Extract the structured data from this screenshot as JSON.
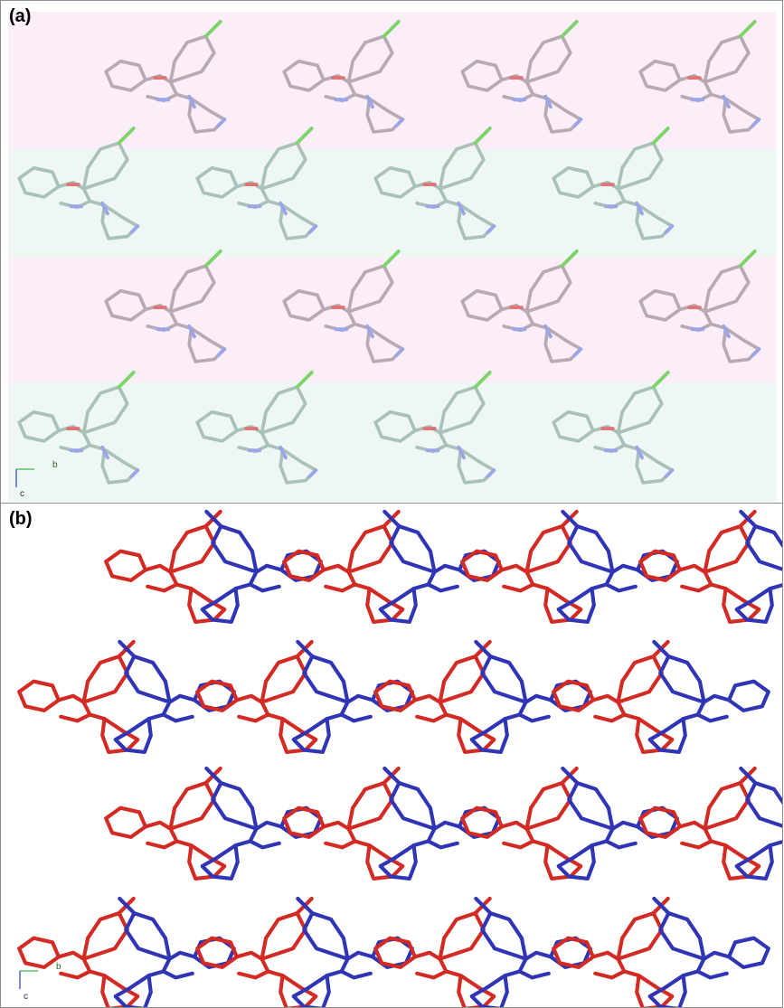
{
  "panels": [
    {
      "label": "(a)",
      "axis_labels": {
        "horizontal": "b",
        "vertical": "c"
      },
      "colors": {
        "band_pink": "#fbeef8",
        "band_green": "#eef7f3",
        "carbon_pink": "#b8a9b4",
        "carbon_green": "#a9c2b8",
        "oxygen": "#e07575",
        "nitrogen": "#9aa6e8",
        "chlorine": "#7ed36a"
      },
      "rows": 4,
      "molecules_per_row": 4
    },
    {
      "label": "(b)",
      "axis_labels": {
        "horizontal": "b",
        "vertical": "c"
      },
      "colors": {
        "symmetry_a": "#d42a24",
        "symmetry_b": "#2f35b5"
      },
      "rows": 4,
      "molecules_per_row": 4
    }
  ],
  "axis_colors": {
    "b": "#3cb846",
    "c": "#3240c0"
  }
}
